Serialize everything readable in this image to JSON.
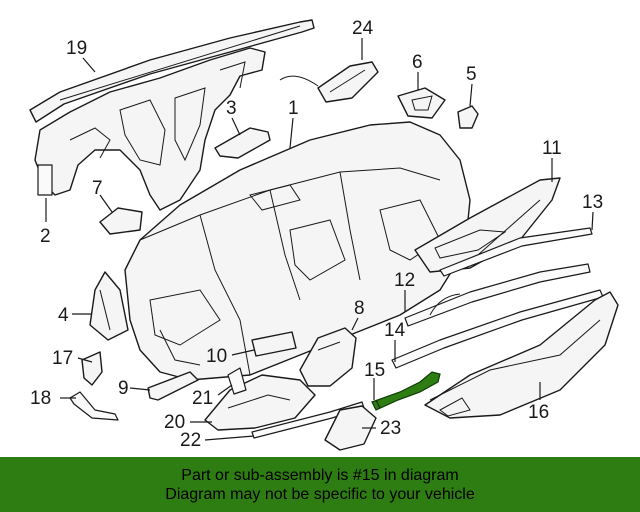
{
  "colors": {
    "highlight": "#2e7d12",
    "banner": "#2e7d12",
    "line": "#1a1a1a"
  },
  "callouts": {
    "c1": "1",
    "c2": "2",
    "c3": "3",
    "c4": "4",
    "c5": "5",
    "c6": "6",
    "c7": "7",
    "c8": "8",
    "c9": "9",
    "c10": "10",
    "c11": "11",
    "c12": "12",
    "c13": "13",
    "c14": "14",
    "c15": "15",
    "c16": "16",
    "c17": "17",
    "c18": "18",
    "c19": "19",
    "c20": "20",
    "c21": "21",
    "c22": "22",
    "c23": "23",
    "c24": "24"
  },
  "highlighted_part": "15",
  "banner": {
    "line1": "Part or sub-assembly is #15 in diagram",
    "line2": "Diagram may not be specific to your vehicle"
  }
}
